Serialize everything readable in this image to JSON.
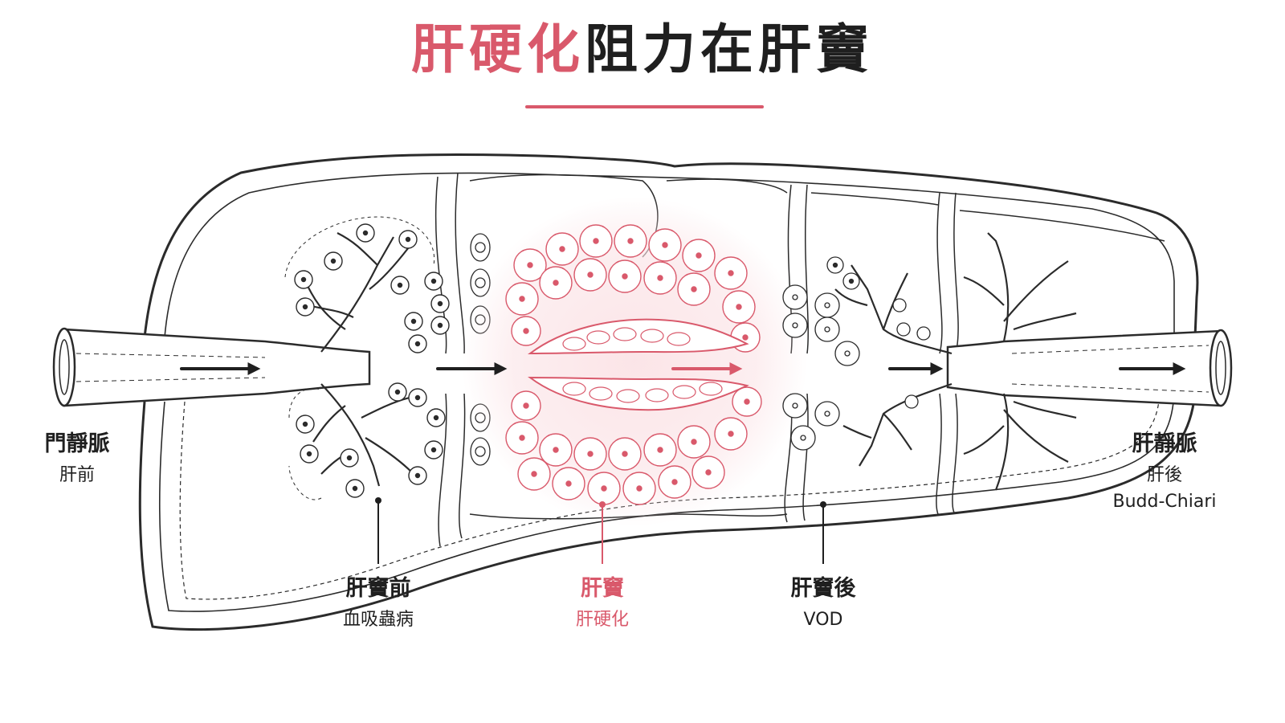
{
  "title": {
    "highlight": "肝硬化",
    "rest": "阻力在肝竇"
  },
  "colors": {
    "accent": "#d9596b",
    "ink": "#1f1f1f",
    "line": "#2b2b2b",
    "glow": "#fbe3e6",
    "background": "#ffffff"
  },
  "labels": {
    "portal_vein": {
      "main": "門靜脈",
      "sub": "肝前"
    },
    "hepatic_vein": {
      "main": "肝靜脈",
      "sub": "肝後",
      "sub2": "Budd-Chiari"
    },
    "presinusoidal": {
      "main": "肝竇前",
      "sub": "血吸蟲病"
    },
    "sinusoidal": {
      "main": "肝竇",
      "sub": "肝硬化"
    },
    "postsinusoidal": {
      "main": "肝竇後",
      "sub": "VOD"
    }
  }
}
